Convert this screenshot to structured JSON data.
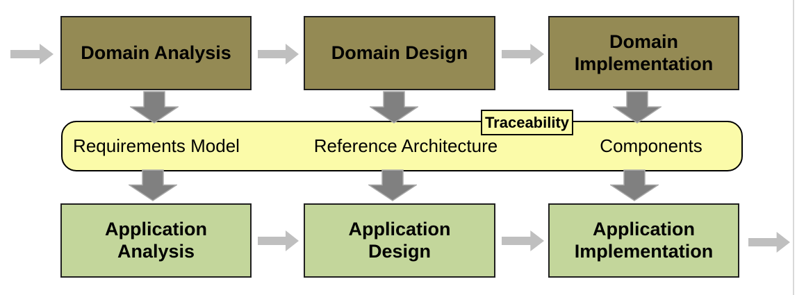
{
  "diagram": {
    "top_row": [
      {
        "label": "Domain Analysis"
      },
      {
        "label": "Domain Design"
      },
      {
        "label": "Domain Implementation"
      }
    ],
    "band": {
      "tag": "Traceability",
      "labels": [
        {
          "text": "Requirements Model"
        },
        {
          "text": "Reference Architecture"
        },
        {
          "text": "Components"
        }
      ]
    },
    "bottom_row": [
      {
        "label": "Application Analysis"
      },
      {
        "label": "Application Design"
      },
      {
        "label": "Application Implementation"
      }
    ],
    "colors": {
      "domain_box": "#948A54",
      "application_box": "#C3D69B",
      "band_fill": "#FBFBA9",
      "box_border": "#1F1F1F",
      "down_arrow": "#808080",
      "right_arrow": "#BFBFBF",
      "page_edge_line": "#D8D8D8"
    }
  }
}
